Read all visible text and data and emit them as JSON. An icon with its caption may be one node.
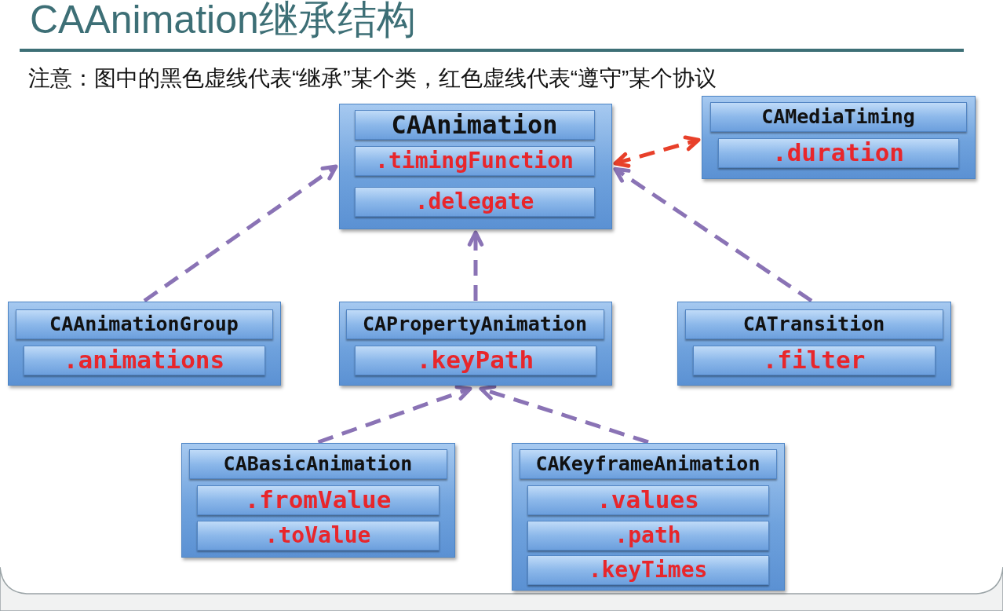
{
  "diagram": {
    "title": "CAAnimation继承结构",
    "nodes": [
      {
        "text": [],
        "shape": "box"
      },
      {
        "text": [
          "CAAnimation"
        ],
        "in": 0
      },
      {
        "text": [
          ".timingFunction"
        ],
        "in": 0
      },
      {
        "text": [
          ".delegate"
        ],
        "in": 0
      },
      {
        "text": [],
        "shape": "box"
      },
      {
        "text": [
          "CAMediaTiming"
        ],
        "in": 4
      },
      {
        "text": [
          ".duration"
        ],
        "in": 4
      },
      {
        "text": [],
        "shape": "box"
      },
      {
        "text": [
          "CAAnimationGroup"
        ],
        "in": 7
      },
      {
        "text": [
          ".animations"
        ],
        "in": 7
      },
      {
        "text": [],
        "shape": "box"
      },
      {
        "text": [
          "CAPropertyAnimation"
        ],
        "in": 10
      },
      {
        "text": [
          ".keyPath"
        ],
        "in": 10
      },
      {
        "text": [],
        "shape": "box"
      },
      {
        "text": [
          "CATransition"
        ],
        "in": 13
      },
      {
        "text": [
          ".filter"
        ],
        "in": 13
      },
      {
        "text": [],
        "shape": "box"
      },
      {
        "text": [
          "CABasicAnimation"
        ],
        "in": 16
      },
      {
        "text": [
          ".fromValue"
        ],
        "in": 16
      },
      {
        "text": [
          ".toValue"
        ],
        "in": 16
      },
      {
        "text": [],
        "shape": "box"
      },
      {
        "text": [
          "CAKeyframeAnimation"
        ],
        "in": 20
      },
      {
        "text": [
          ".values"
        ],
        "in": 20
      },
      {
        "text": [
          ".path"
        ],
        "in": 20
      },
      {
        "text": [
          ".keyTimes"
        ],
        "in": 20
      }
    ],
    "edges": [
      {
        "from": 0,
        "to": 4,
        "arrow": "both",
        "style": "dashed",
        "color": "#e8402a"
      },
      {
        "from": 7,
        "to": 0,
        "arrow": "to",
        "style": "dashed"
      },
      {
        "from": 10,
        "to": 0,
        "arrow": "to",
        "style": "dashed"
      },
      {
        "from": 13,
        "to": 0,
        "arrow": "to",
        "style": "dashed"
      },
      {
        "from": 16,
        "to": 10,
        "arrow": "to",
        "style": "dashed"
      },
      {
        "from": 20,
        "to": 10,
        "arrow": "to",
        "style": "dashed"
      }
    ],
    "labels": [
      "注意：图中的黑色虚线代表“继承”某个类，红色虚线代表“遵守”某个协议"
    ]
  }
}
